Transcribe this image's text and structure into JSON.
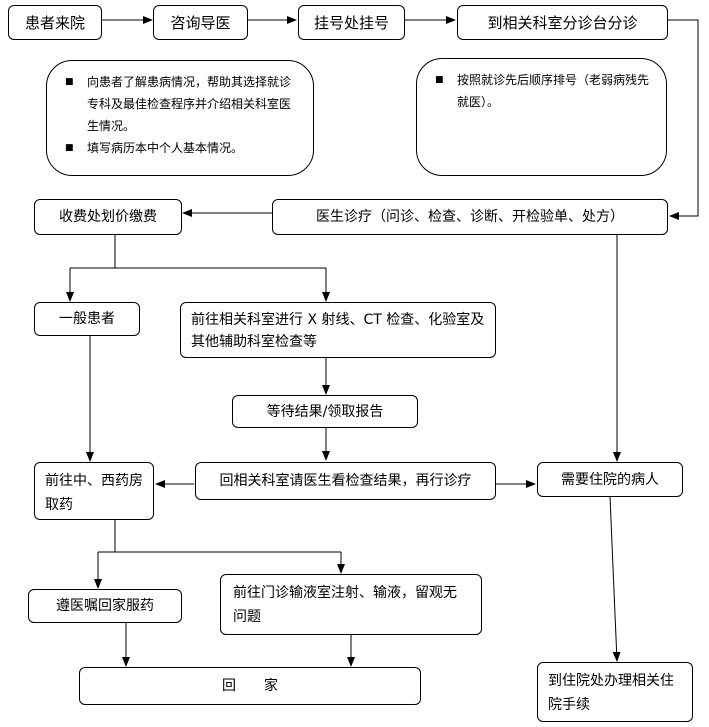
{
  "boxes": {
    "patient_arrive": "患者来院",
    "consult_guide": "咨询导医",
    "registration": "挂号处挂号",
    "triage_desk": "到相关科室分诊台分诊",
    "doctor_diagnosis": "医生诊疗（问诊、检查、诊断、开检验单、处方）",
    "payment": "收费处划价缴费",
    "general_patient": "一般患者",
    "auxiliary_exam": "前往相关科室进行 X 射线、CT 检查、化验室及其他辅助科室检查等",
    "wait_results": "等待结果/领取报告",
    "pharmacy": "前往中、西药房取药",
    "revisit_doctor": "回相关科室请医生看检查结果，再行诊疗",
    "inpatient_need": "需要住院的病人",
    "take_medicine_home": "遵医嘱回家服药",
    "infusion_room": "前往门诊输液室注射、输液，留观无问题",
    "go_home": "回　　家",
    "admission_procedure": "到住院处办理相关住院手续"
  },
  "notes": {
    "guide_note": [
      "向患者了解患病情况，帮助其选择就诊专科及最佳检查程序并介绍相关科室医生情况。",
      "填写病历本中个人基本情况。"
    ],
    "triage_note": [
      "按照就诊先后顺序排号（老弱病残先就医）。"
    ]
  },
  "bullet_symbol": "■"
}
